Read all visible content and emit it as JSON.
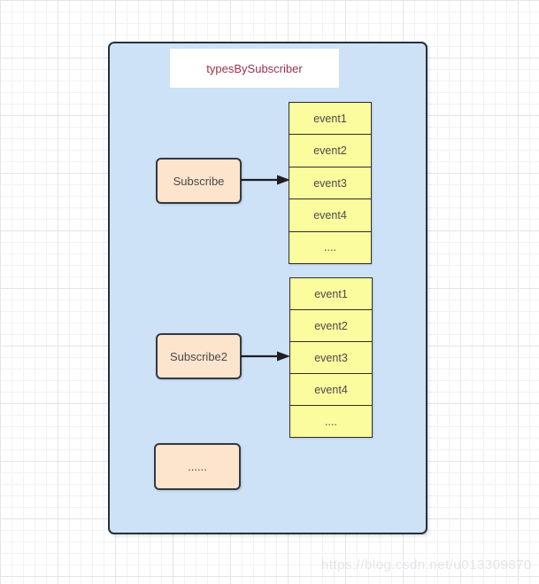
{
  "diagram": {
    "title": "typesBySubscriber",
    "watermark": "https://blog.csdn.net/u013309870",
    "subscribers": [
      {
        "label": "Subscribe",
        "events": [
          "event1",
          "event2",
          "event3",
          "event4",
          "...."
        ]
      },
      {
        "label": "Subscribe2",
        "events": [
          "event1",
          "event2",
          "event3",
          "event4",
          "...."
        ]
      },
      {
        "label": "......",
        "events": []
      }
    ],
    "colors": {
      "container_fill": "#cde1f7",
      "container_border": "#26313d",
      "subscriber_fill": "#fce4cd",
      "event_fill": "#fbfc9d",
      "box_border": "#33393f",
      "title_color": "#9c2f48",
      "text_color": "#4a4a4a",
      "arrow_color": "#1f1f1f"
    }
  }
}
